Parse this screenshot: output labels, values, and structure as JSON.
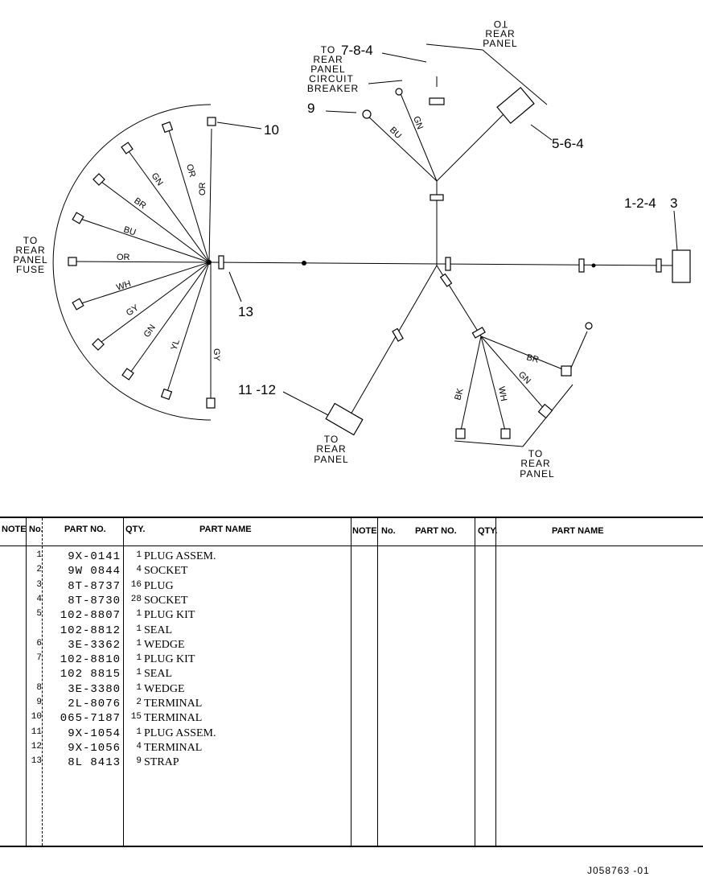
{
  "diagram": {
    "callouts": {
      "c10": "10",
      "c13": "13",
      "c784": "7-8-4",
      "c9": "9",
      "c564": "5-6-4",
      "c1243": "1-2-4",
      "c3": "3",
      "c1112": "11 -12"
    },
    "destinations": {
      "fuse": [
        "TO",
        "REAR",
        "PANEL",
        "FUSE"
      ],
      "breaker": [
        "TO",
        "REAR",
        "PANEL",
        "CIRCUIT",
        "BREAKER"
      ],
      "top_panel": [
        "TO",
        "REAR",
        "PANEL"
      ],
      "bottom_panel": [
        "TO",
        "REAR",
        "PANEL"
      ],
      "right_panel": [
        "TO",
        "REAR",
        "PANEL"
      ]
    },
    "wires": {
      "fan": [
        "OR",
        "OR",
        "GN",
        "BR",
        "BU",
        "OR",
        "WH",
        "GY",
        "GN",
        "YL",
        "GY"
      ],
      "top": [
        "BU",
        "GN"
      ],
      "right": [
        "BR",
        "GN",
        "WH",
        "BK"
      ]
    }
  },
  "table": {
    "headers": {
      "note": "NOTE",
      "no": "No.",
      "part_no": "PART NO.",
      "qty": "QTY.",
      "part_name": "PART NAME"
    },
    "rows": [
      {
        "no": "1",
        "part_no": "9X-0141",
        "qty": "1",
        "name": "PLUG ASSEM."
      },
      {
        "no": "2",
        "part_no": "9W 0844",
        "qty": "4",
        "name": "SOCKET"
      },
      {
        "no": "3",
        "part_no": "8T-8737",
        "qty": "16",
        "name": "PLUG"
      },
      {
        "no": "4",
        "part_no": "8T-8730",
        "qty": "28",
        "name": "SOCKET"
      },
      {
        "no": "5",
        "part_no": "102-8807",
        "qty": "1",
        "name": "PLUG KIT"
      },
      {
        "no": "",
        "part_no": "102-8812",
        "qty": "1",
        "name": "SEAL"
      },
      {
        "no": "6",
        "part_no": "3E-3362",
        "qty": "1",
        "name": "WEDGE"
      },
      {
        "no": "7",
        "part_no": "102-8810",
        "qty": "1",
        "name": "PLUG KIT"
      },
      {
        "no": "",
        "part_no": "102 8815",
        "qty": "1",
        "name": "SEAL"
      },
      {
        "no": "8",
        "part_no": "3E-3380",
        "qty": "1",
        "name": "WEDGE"
      },
      {
        "no": "9",
        "part_no": "2L-8076",
        "qty": "2",
        "name": "TERMINAL"
      },
      {
        "no": "10",
        "part_no": "065-7187",
        "qty": "15",
        "name": "TERMINAL"
      },
      {
        "no": "11",
        "part_no": "9X-1054",
        "qty": "1",
        "name": "PLUG ASSEM."
      },
      {
        "no": "12",
        "part_no": "9X-1056",
        "qty": "4",
        "name": "TERMINAL"
      },
      {
        "no": "13",
        "part_no": "8L 8413",
        "qty": "9",
        "name": "STRAP"
      }
    ]
  },
  "footer": {
    "code": "J058763  -01"
  }
}
